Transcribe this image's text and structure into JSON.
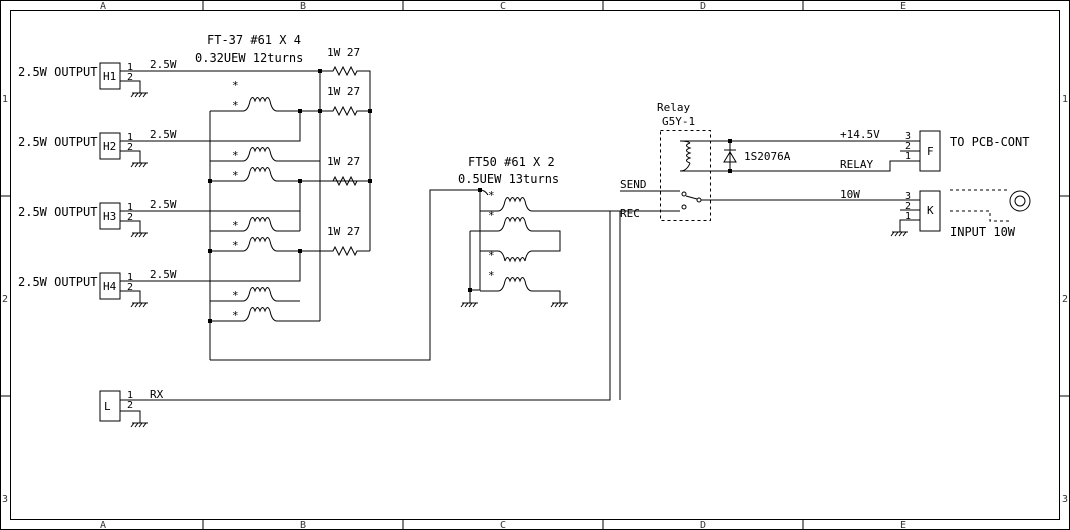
{
  "border": {
    "columns": [
      "A",
      "B",
      "C",
      "D",
      "E"
    ],
    "rows": [
      "1",
      "2",
      "3"
    ]
  },
  "connectors": {
    "h1": {
      "ref": "H1",
      "label": "2.5W OUTPUT",
      "pin1": "1",
      "pin2": "2",
      "net": "2.5W"
    },
    "h2": {
      "ref": "H2",
      "label": "2.5W OUTPUT",
      "pin1": "1",
      "pin2": "2",
      "net": "2.5W"
    },
    "h3": {
      "ref": "H3",
      "label": "2.5W OUTPUT",
      "pin1": "1",
      "pin2": "2",
      "net": "2.5W"
    },
    "h4": {
      "ref": "H4",
      "label": "2.5W OUTPUT",
      "pin1": "1",
      "pin2": "2",
      "net": "2.5W"
    },
    "l": {
      "ref": "L",
      "pin1": "1",
      "pin2": "2",
      "net": "RX"
    },
    "f": {
      "ref": "F",
      "label": "TO PCB-CONT",
      "pin3": "3",
      "pin2": "2",
      "pin1": "1",
      "net_top": "+14.5V",
      "net_bottom": "RELAY"
    },
    "k": {
      "ref": "K",
      "label": "INPUT 10W",
      "pin3": "3",
      "pin2": "2",
      "pin1": "1",
      "net": "10W"
    }
  },
  "splitter_transformer": {
    "title": "FT-37 #61 X 4",
    "wire": "0.32UEW 12turns",
    "dot_mark": "*"
  },
  "combiner_transformer": {
    "title": "FT50 #61 X 2",
    "wire": "0.5UEW 13turns",
    "dot_mark": "*"
  },
  "resistors": {
    "r1": "1W 27",
    "r2": "1W 27",
    "r3": "1W 27",
    "r4": "1W 27"
  },
  "relay": {
    "title": "Relay",
    "model": "G5Y-1",
    "diode": "1S2076A",
    "send": "SEND",
    "rec": "REC"
  }
}
